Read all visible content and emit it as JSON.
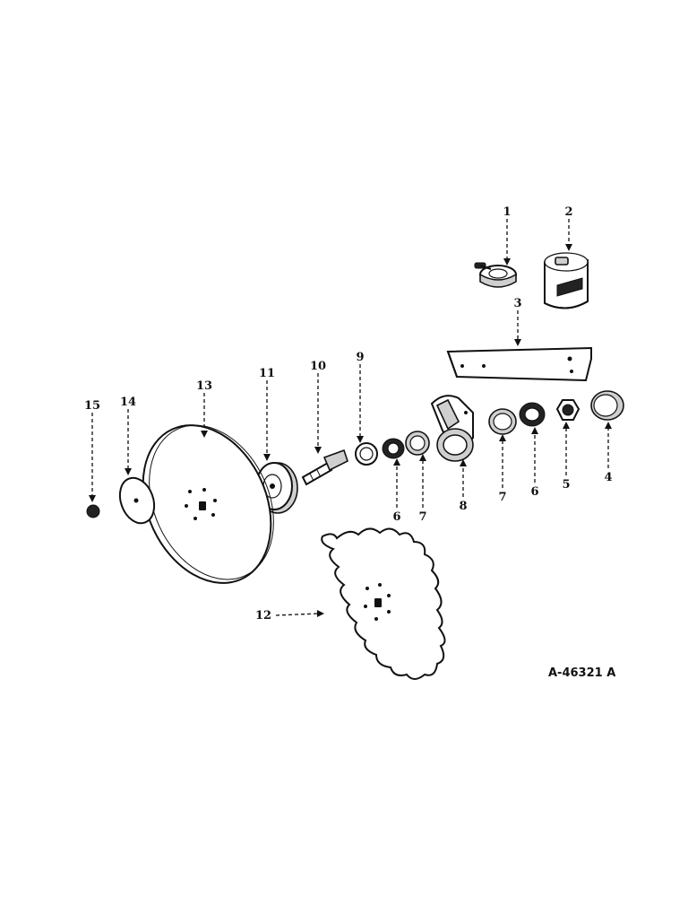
{
  "figure_id": "A-46321 A",
  "callouts": [
    {
      "id": "1",
      "label": "1"
    },
    {
      "id": "2",
      "label": "2"
    },
    {
      "id": "3",
      "label": "3"
    },
    {
      "id": "4",
      "label": "4"
    },
    {
      "id": "5",
      "label": "5"
    },
    {
      "id": "6a",
      "label": "6"
    },
    {
      "id": "6b",
      "label": "6"
    },
    {
      "id": "7a",
      "label": "7"
    },
    {
      "id": "7b",
      "label": "7"
    },
    {
      "id": "8",
      "label": "8"
    },
    {
      "id": "9",
      "label": "9"
    },
    {
      "id": "10",
      "label": "10"
    },
    {
      "id": "11",
      "label": "11"
    },
    {
      "id": "12",
      "label": "12"
    },
    {
      "id": "13",
      "label": "13"
    },
    {
      "id": "14",
      "label": "14"
    },
    {
      "id": "15",
      "label": "15"
    }
  ]
}
